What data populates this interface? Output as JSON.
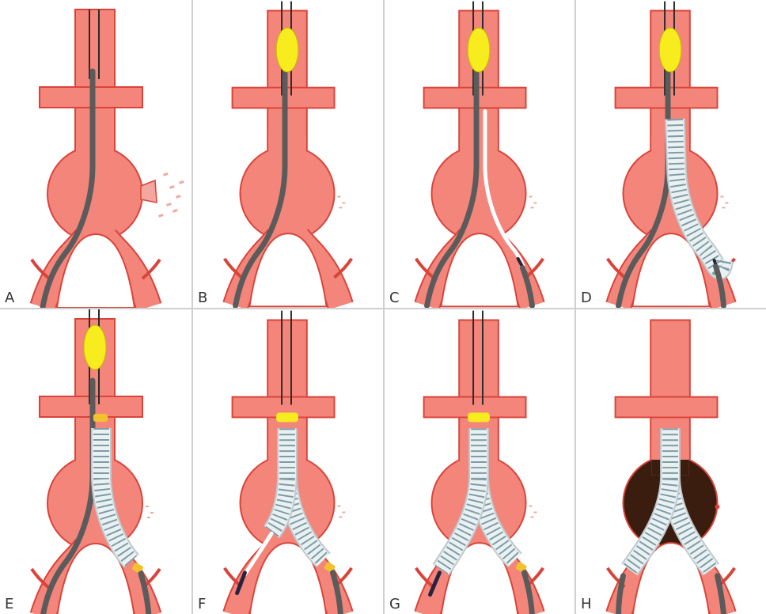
{
  "figure": {
    "panels": [
      {
        "letter": "A",
        "stage": "A"
      },
      {
        "letter": "B",
        "stage": "B"
      },
      {
        "letter": "C",
        "stage": "C"
      },
      {
        "letter": "D",
        "stage": "D"
      },
      {
        "letter": "E",
        "stage": "E"
      },
      {
        "letter": "F",
        "stage": "F"
      },
      {
        "letter": "G",
        "stage": "G"
      },
      {
        "letter": "H",
        "stage": "H"
      }
    ]
  },
  "colors": {
    "vessel": "#f4857b",
    "vessel_outline": "#d9443a",
    "catheter": "#5b5b5b",
    "balloon": "#f6ec1e",
    "stent_fill": "#e9f1f3",
    "stent_wire": "#7f9ba3",
    "white_wire": "#ffffff",
    "leak": "#f3a79f",
    "thrombus": "#3b1d0f",
    "dark_tip": "#27243f",
    "marker": "#f2c22c"
  }
}
